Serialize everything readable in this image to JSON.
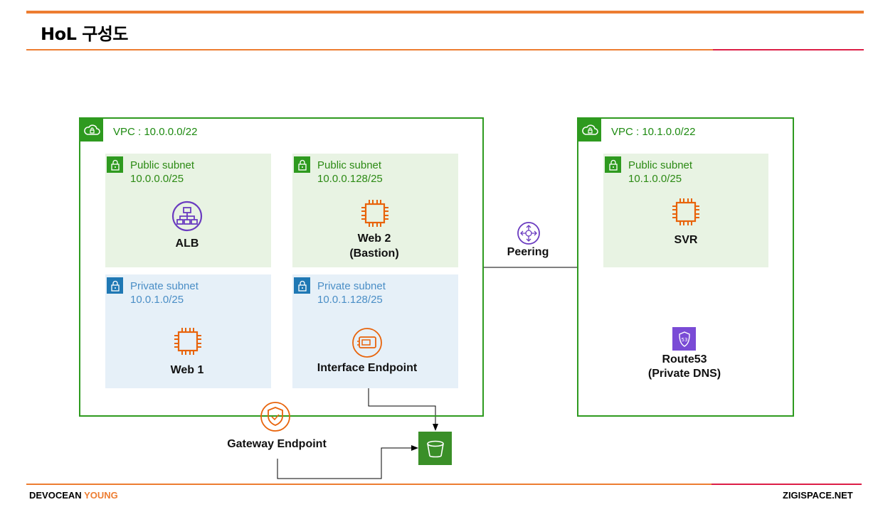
{
  "header": {
    "title": "HoL 구성도"
  },
  "vpc_left": {
    "label": "VPC : 10.0.0.0/22",
    "subnets": [
      {
        "type": "Public subnet",
        "cidr": "10.0.0.0/25",
        "resource": "ALB",
        "resource_icon": "load-balancer-icon"
      },
      {
        "type": "Public subnet",
        "cidr": "10.0.0.128/25",
        "resource": "Web 2",
        "resource_sub": "(Bastion)",
        "resource_icon": "ec2-instance-icon"
      },
      {
        "type": "Private subnet",
        "cidr": "10.0.1.0/25",
        "resource": "Web 1",
        "resource_icon": "ec2-instance-icon"
      },
      {
        "type": "Private subnet",
        "cidr": "10.0.1.128/25",
        "resource": "Interface Endpoint",
        "resource_icon": "network-interface-icon"
      }
    ]
  },
  "vpc_right": {
    "label": "VPC : 10.1.0.0/22",
    "subnets": [
      {
        "type": "Public subnet",
        "cidr": "10.1.0.0/25",
        "resource": "SVR",
        "resource_icon": "ec2-instance-icon"
      }
    ],
    "route53": {
      "label": "Route53",
      "sub": "(Private DNS)",
      "icon": "route53-icon"
    }
  },
  "peering": {
    "label": "Peering",
    "icon": "peering-router-icon"
  },
  "gateway_endpoint": {
    "label": "Gateway Endpoint",
    "icon": "endpoint-shield-icon"
  },
  "s3": {
    "icon": "s3-bucket-icon"
  },
  "footer": {
    "left_part1": "DEVOCEAN",
    "left_part2": "YOUNG",
    "right": "ZIGISPACE.NET"
  },
  "colors": {
    "accent_orange": "#ed7d31",
    "accent_red": "#dc1e46",
    "vpc_green": "#2e9a1f",
    "private_blue": "#1f78b4",
    "compute_orange": "#e8630a",
    "elb_purple": "#6a3bc0"
  }
}
